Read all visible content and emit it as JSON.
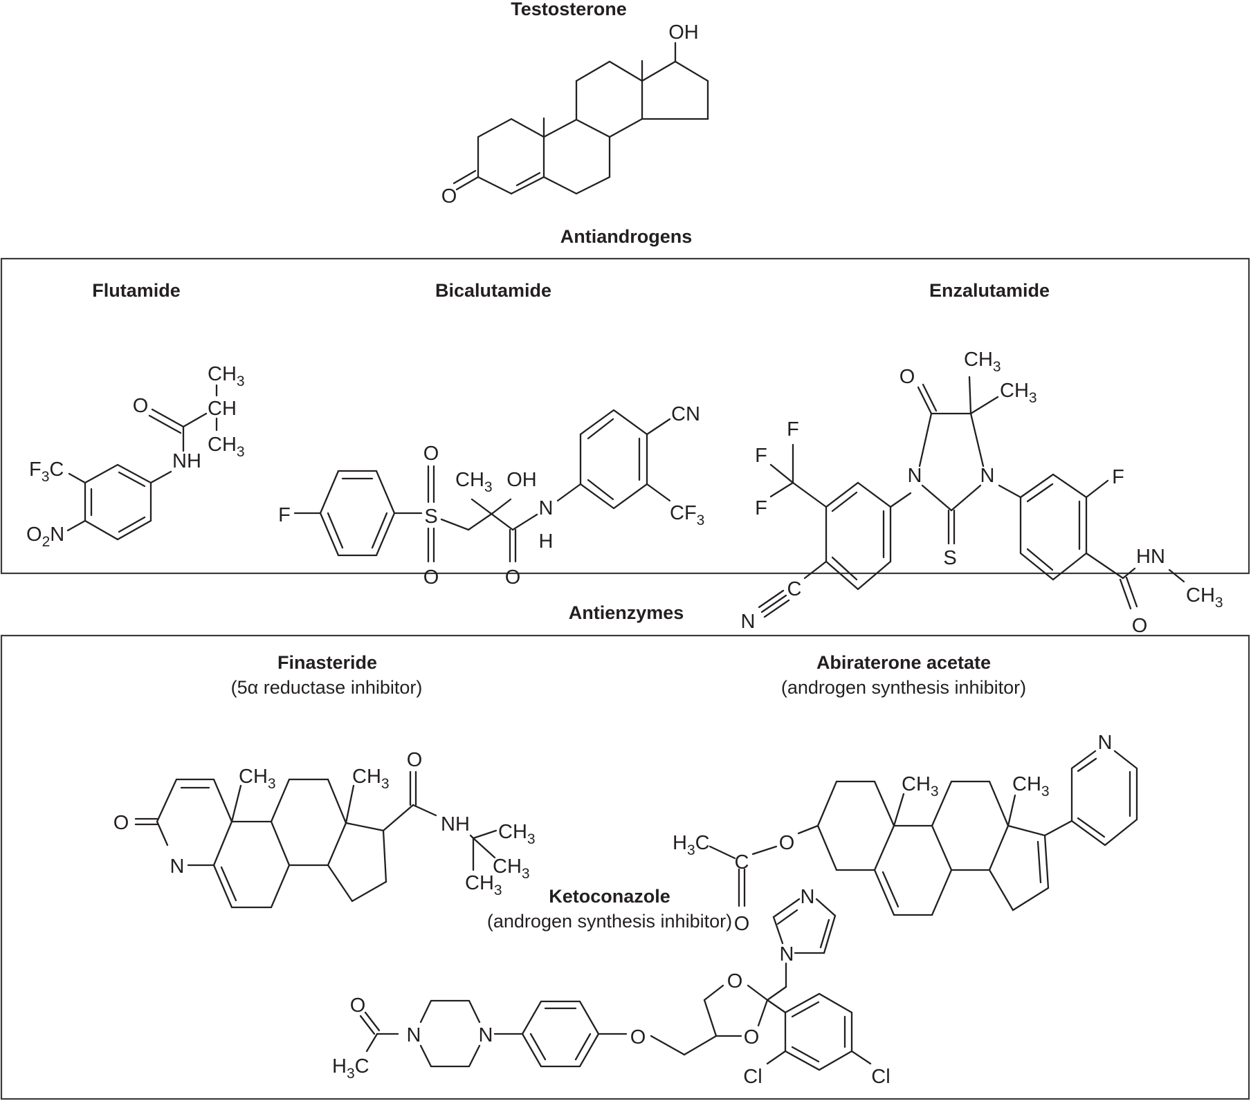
{
  "headings": {
    "testosterone": "Testosterone",
    "antiandrogens": "Antiandrogens",
    "antienzymes": "Antienzymes"
  },
  "compounds": {
    "testosterone": {
      "name": "Testosterone",
      "labels": {
        "oh": "OH",
        "o": "O"
      }
    },
    "flutamide": {
      "name": "Flutamide",
      "labels": {
        "ch3_top": {
          "main": "CH",
          "sub": "3"
        },
        "ch": "CH",
        "ch3_bottom": {
          "main": "CH",
          "sub": "3"
        },
        "o": "O",
        "nh": "NH",
        "f3c": {
          "pre": "F",
          "sub": "3",
          "post": "C"
        },
        "o2n": {
          "pre": "O",
          "sub": "2",
          "post": "N"
        }
      }
    },
    "bicalutamide": {
      "name": "Bicalutamide",
      "labels": {
        "f": "F",
        "s": "S",
        "o_top": "O",
        "o_bottom": "O",
        "ch3": {
          "main": "CH",
          "sub": "3"
        },
        "oh": "OH",
        "o_carbonyl": "O",
        "n": "N",
        "h": "H",
        "cn": "CN",
        "cf3": {
          "main": "CF",
          "sub": "3"
        }
      }
    },
    "enzalutamide": {
      "name": "Enzalutamide",
      "labels": {
        "f1": "F",
        "f2": "F",
        "f3": "F",
        "c_nitrile": "C",
        "n_nitrile": "N",
        "n1": "N",
        "n3": "N",
        "o": "O",
        "s": "S",
        "ch3_a": {
          "main": "CH",
          "sub": "3"
        },
        "ch3_b": {
          "main": "CH",
          "sub": "3"
        },
        "f_ring": "F",
        "hn": "HN",
        "o_amide": "O",
        "ch3_amide": {
          "main": "CH",
          "sub": "3"
        }
      }
    },
    "finasteride": {
      "name": "Finasteride",
      "subtitle": "(5α reductase inhibitor)",
      "labels": {
        "o_lactam": "O",
        "n": "N",
        "ch3_10": {
          "main": "CH",
          "sub": "3"
        },
        "ch3_13": {
          "main": "CH",
          "sub": "3"
        },
        "o_amide": "O",
        "nh": "NH",
        "ch3_a": {
          "main": "CH",
          "sub": "3"
        },
        "ch3_b": {
          "main": "CH",
          "sub": "3"
        },
        "ch3_c": {
          "main": "CH",
          "sub": "3"
        }
      }
    },
    "abiraterone": {
      "name": "Abiraterone acetate",
      "subtitle": "(androgen synthesis inhibitor)",
      "labels": {
        "h3c": {
          "pre": "H",
          "sub": "3",
          "post": "C"
        },
        "c": "C",
        "o_carbonyl": "O",
        "o_ester": "O",
        "ch3_10": {
          "main": "CH",
          "sub": "3"
        },
        "ch3_13": {
          "main": "CH",
          "sub": "3"
        },
        "n_pyridine": "N"
      }
    },
    "ketoconazole": {
      "name": "Ketoconazole",
      "subtitle": "(androgen synthesis inhibitor)",
      "labels": {
        "o_acetyl": "O",
        "h3c": {
          "pre": "H",
          "sub": "3",
          "post": "C"
        },
        "n_pip1": "N",
        "n_pip2": "N",
        "o_ether": "O",
        "o_diox1": "O",
        "o_diox3": "O",
        "n_imid1": "N",
        "n_imid3": "N",
        "cl1": "Cl",
        "cl2": "Cl"
      }
    }
  }
}
